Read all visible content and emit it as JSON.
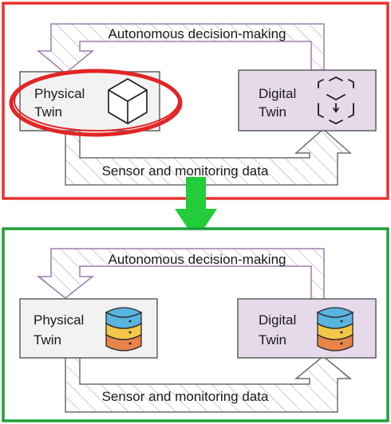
{
  "panels": [
    {
      "frame_color": "#e8322e",
      "top_arrow_label": "Autonomous decision-making",
      "bottom_arrow_label": "Sensor and monitoring data",
      "physical": {
        "line1": "Physical",
        "line2": "Twin",
        "icon": "cube-icon"
      },
      "digital": {
        "line1": "Digital",
        "line2": "Twin",
        "icon": "dashed-cube-icon"
      },
      "highlight": "physical-twin"
    },
    {
      "frame_color": "#1fa03a",
      "top_arrow_label": "Autonomous decision-making",
      "bottom_arrow_label": "Sensor and monitoring data",
      "physical": {
        "line1": "Physical",
        "line2": "Twin",
        "icon": "server-stack-icon"
      },
      "digital": {
        "line1": "Digital",
        "line2": "Twin",
        "icon": "server-stack-icon"
      }
    }
  ],
  "transition_arrow": {
    "color": "#22cc3a",
    "icon": "down-arrow-icon"
  },
  "colors": {
    "physical_box_fill": "#f2f2f2",
    "digital_box_fill": "#e5d9ea",
    "arrow_outline": "#9b7fb0",
    "server_top": "#5ab4e0",
    "server_mid": "#f2c74a",
    "server_bottom": "#e8834a"
  }
}
